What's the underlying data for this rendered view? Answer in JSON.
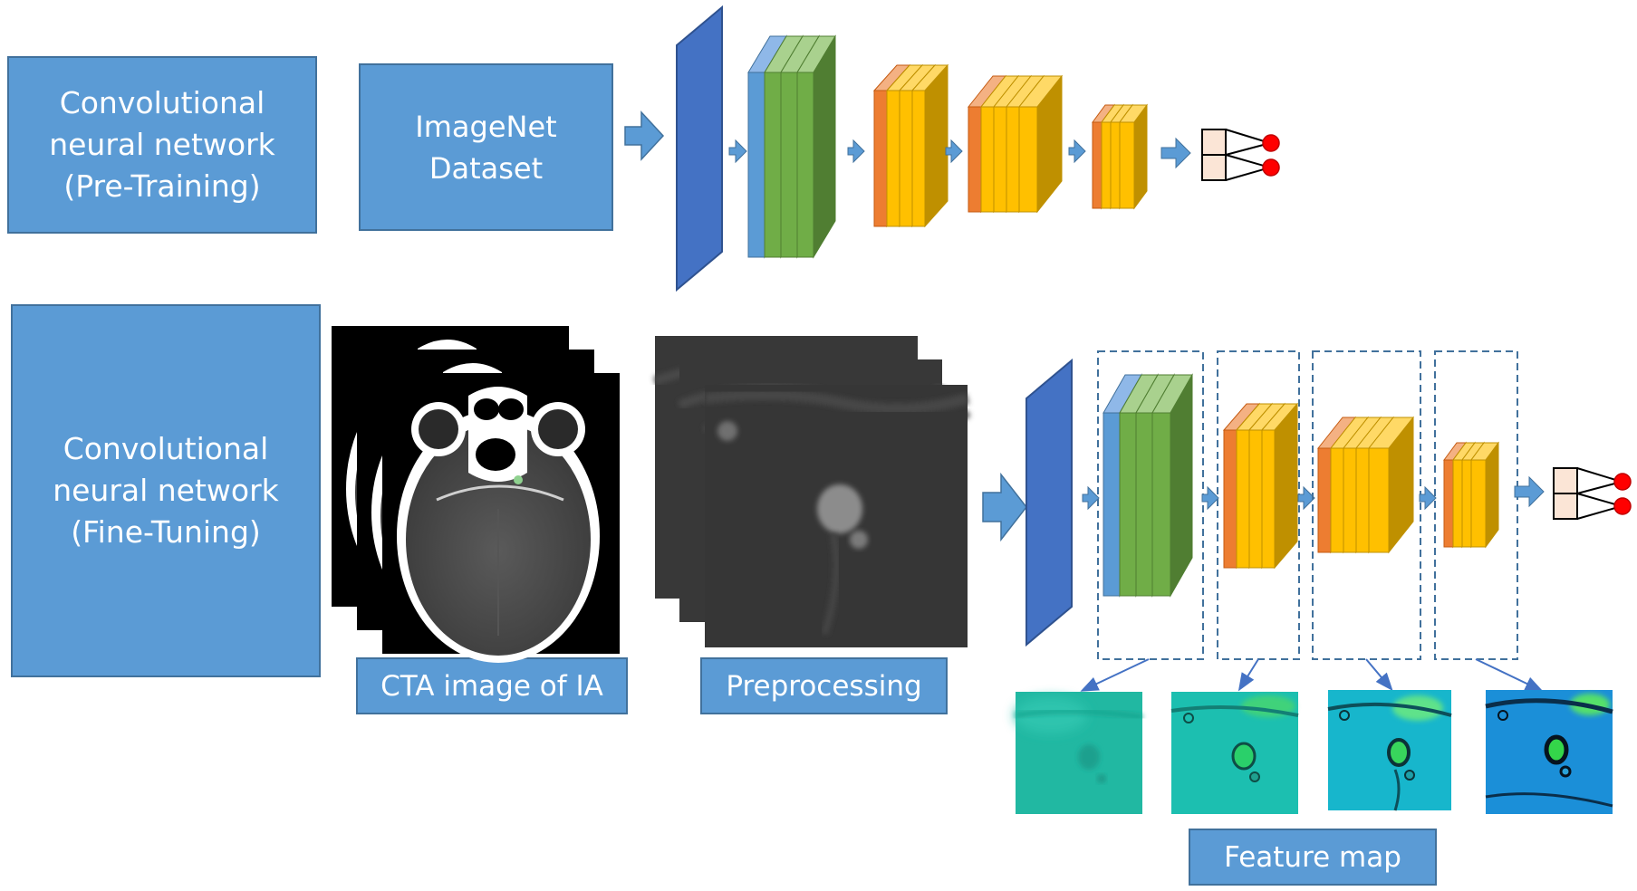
{
  "pretraining_box": {
    "lines": [
      "Convolutional",
      "neural network",
      "(Pre-Training)"
    ]
  },
  "imagenet_box": {
    "lines": [
      "ImageNet",
      "Dataset"
    ]
  },
  "finetuning_box": {
    "lines": [
      "Convolutional",
      "neural network",
      "(Fine-Tuning)"
    ]
  },
  "labels": {
    "cta": "CTA image of IA",
    "preprocessing": "Preprocessing",
    "feature_map": "Feature map"
  },
  "colors": {
    "box_fill": "#5b9bd5",
    "box_border": "#41719c",
    "input_layer": "#4472c4",
    "conv_blue": "#5b9bd5",
    "conv_green": "#70ad47",
    "pool_orange": "#ed7d31",
    "pool_yellow": "#ffc000",
    "output_node": "#ff0000"
  },
  "icons": [
    "arrow-right-icon",
    "fully-connected-icon",
    "output-node-icon"
  ]
}
